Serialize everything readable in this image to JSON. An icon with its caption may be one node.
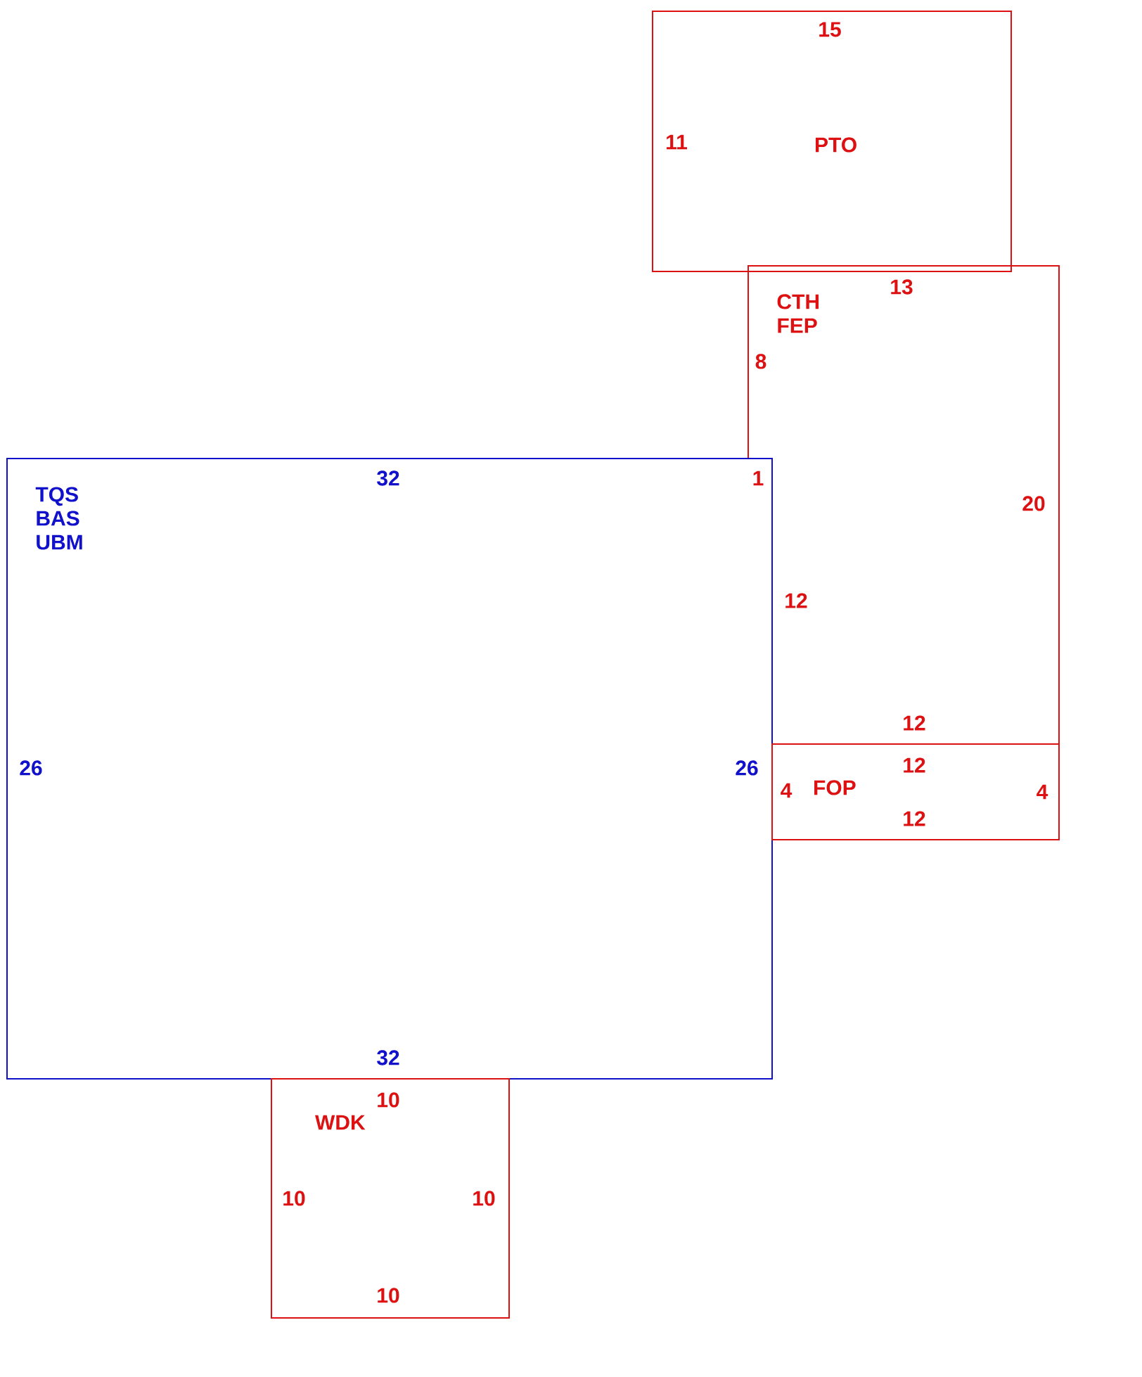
{
  "diagram": {
    "nodes": [
      {
        "text": [
          "PTO"
        ]
      },
      {
        "text": [
          "CTH FEP"
        ]
      },
      {
        "text": [
          "TQS BAS UBM"
        ]
      },
      {
        "text": [
          "FOP"
        ]
      },
      {
        "text": [
          "WDK"
        ]
      }
    ],
    "labels": [
      "15",
      "11",
      "13",
      "8",
      "32",
      "1",
      "20",
      "12",
      "12",
      "26",
      "26",
      "12",
      "4",
      "4",
      "12",
      "32",
      "10",
      "10",
      "10",
      "10"
    ]
  }
}
